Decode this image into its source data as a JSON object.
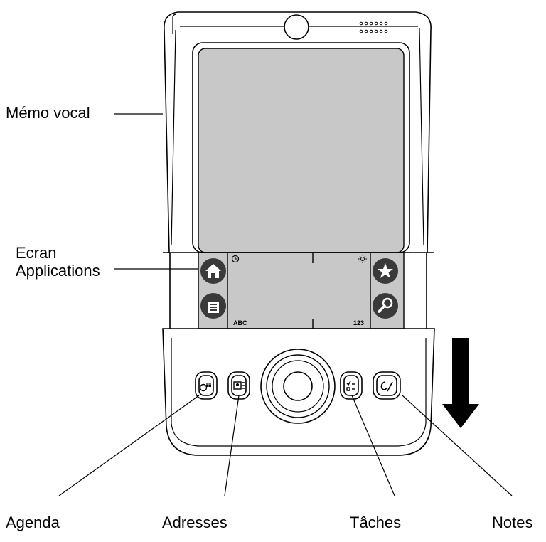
{
  "labels": {
    "voice_memo": "Mémo vocal",
    "apps_screen_line1": "Ecran",
    "apps_screen_line2": "Applications",
    "agenda": "Agenda",
    "addresses": "Adresses",
    "tasks": "Tâches",
    "notes": "Notes"
  },
  "graffiti": {
    "abc": "ABC",
    "num": "123"
  },
  "icons": {
    "home": "home-icon",
    "menu": "menu-icon",
    "favorites": "star-icon",
    "find": "search-icon",
    "clock": "clock-icon",
    "brightness": "brightness-icon",
    "agenda": "calendar-icon",
    "addresses": "contacts-icon",
    "tasks": "tasks-icon",
    "notes": "notes-icon",
    "direction": "arrow-down-icon"
  },
  "colors": {
    "screen": "#c8c8c8",
    "icon_fill": "#3a3a3a",
    "outline": "#000000",
    "body": "#ffffff"
  }
}
